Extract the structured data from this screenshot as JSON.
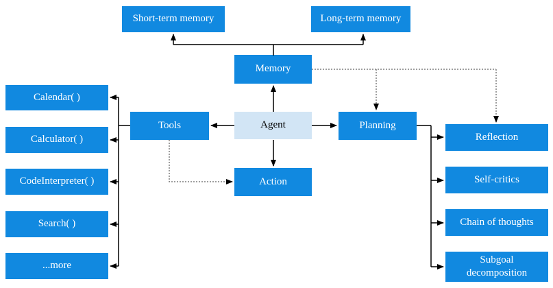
{
  "diagram": {
    "colors": {
      "box_blue": "#1189e0",
      "agent_fill": "#d2e5f5",
      "box_text": "#ffffff",
      "agent_text": "#000000",
      "solid_line": "#000000",
      "dotted_line": "#7f7f7f",
      "background": "#ffffff"
    },
    "nodes": {
      "short_term_memory": "Short-term memory",
      "long_term_memory": "Long-term memory",
      "memory": "Memory",
      "agent": "Agent",
      "tools": "Tools",
      "planning": "Planning",
      "action": "Action",
      "calendar": "Calendar( )",
      "calculator": "Calculator( )",
      "code_interpreter": "CodeInterpreter( )",
      "search": "Search( )",
      "more": "...more",
      "reflection": "Reflection",
      "self_critics": "Self-critics",
      "chain_of_thoughts": "Chain of thoughts",
      "subgoal_decomposition": "Subgoal decomposition"
    },
    "edges": [
      {
        "from": "memory",
        "to": "short_term_memory",
        "style": "solid"
      },
      {
        "from": "memory",
        "to": "long_term_memory",
        "style": "solid"
      },
      {
        "from": "agent",
        "to": "memory",
        "style": "solid"
      },
      {
        "from": "agent",
        "to": "tools",
        "style": "solid"
      },
      {
        "from": "agent",
        "to": "planning",
        "style": "solid"
      },
      {
        "from": "agent",
        "to": "action",
        "style": "solid"
      },
      {
        "from": "tools",
        "to": "calendar",
        "style": "solid"
      },
      {
        "from": "tools",
        "to": "calculator",
        "style": "solid"
      },
      {
        "from": "tools",
        "to": "code_interpreter",
        "style": "solid"
      },
      {
        "from": "tools",
        "to": "search",
        "style": "solid"
      },
      {
        "from": "tools",
        "to": "more",
        "style": "solid"
      },
      {
        "from": "planning",
        "to": "reflection",
        "style": "solid"
      },
      {
        "from": "planning",
        "to": "self_critics",
        "style": "solid"
      },
      {
        "from": "planning",
        "to": "chain_of_thoughts",
        "style": "solid"
      },
      {
        "from": "planning",
        "to": "subgoal_decomposition",
        "style": "solid"
      },
      {
        "from": "tools",
        "to": "action",
        "style": "dotted"
      },
      {
        "from": "memory",
        "to": "planning",
        "style": "dotted"
      },
      {
        "from": "memory",
        "to": "reflection",
        "style": "dotted"
      }
    ]
  }
}
